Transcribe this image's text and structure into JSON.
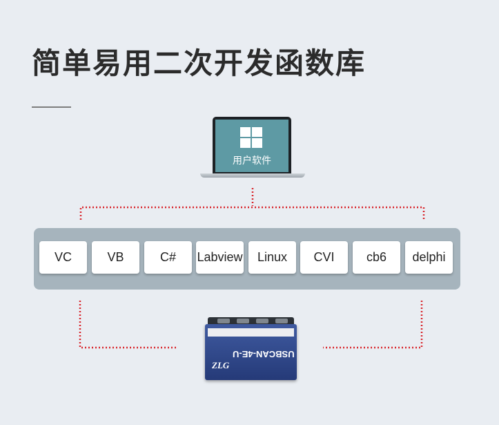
{
  "title": "简单易用二次开发函数库",
  "laptop": {
    "screen_label": "用户软件",
    "icon": "windows-logo-icon",
    "screen_color": "#5e9aa4"
  },
  "software_list": [
    "VC",
    "VB",
    "C#",
    "Labview",
    "Linux",
    "CVI",
    "cb6",
    "delphi"
  ],
  "device": {
    "model_label": "USBCAN-4E-U",
    "logo": "ZLG"
  },
  "colors": {
    "connector": "#d9242a",
    "panel": "#a6b4bd",
    "background": "#e9edf2"
  }
}
